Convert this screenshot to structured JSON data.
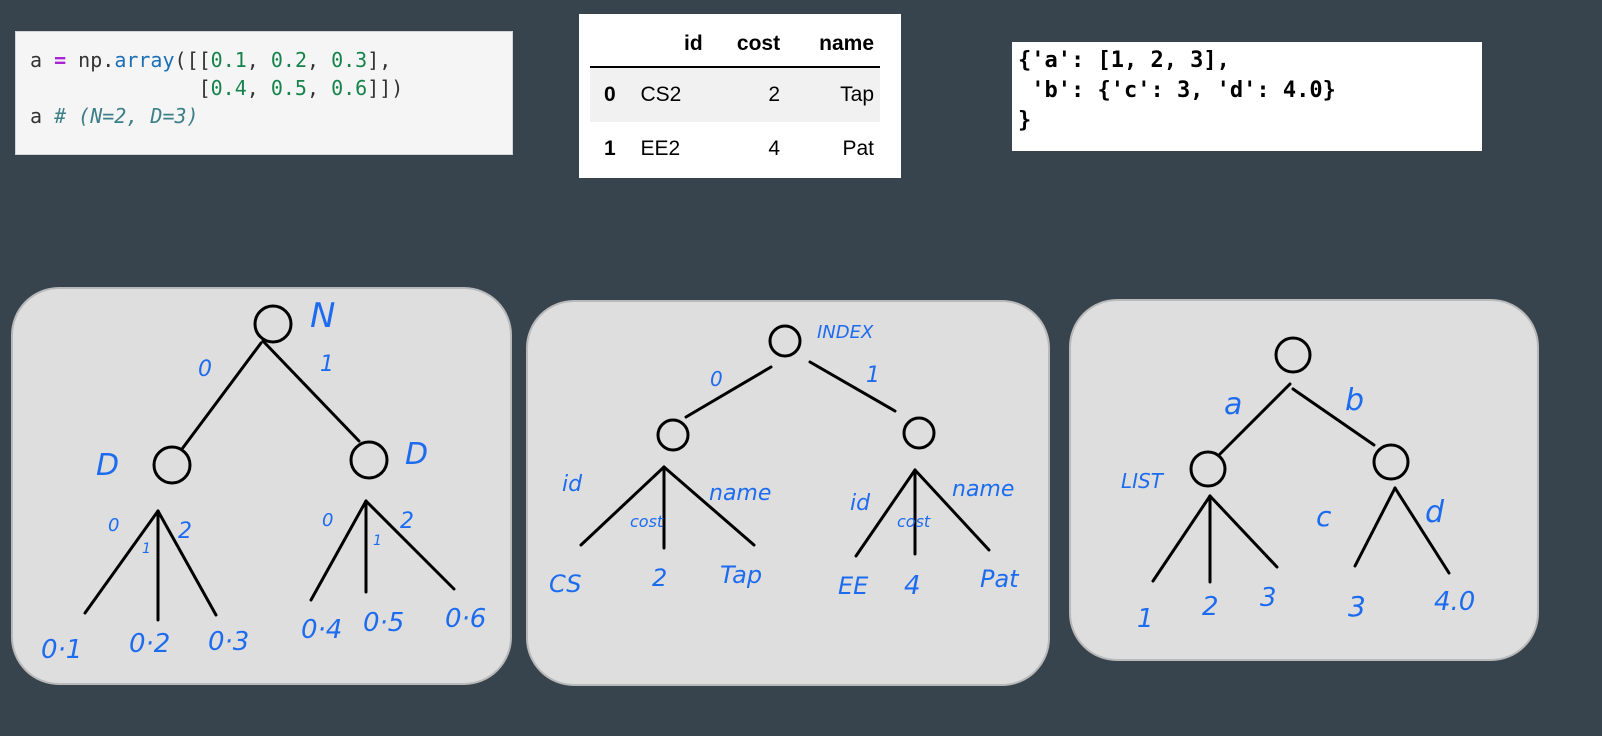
{
  "code_cell": {
    "line1": {
      "var": "a ",
      "op": "=",
      "mod": " np.",
      "fn": "array",
      "open": "([[",
      "n1": "0.1",
      "s1": ", ",
      "n2": "0.2",
      "s2": ", ",
      "n3": "0.3",
      "close": "],"
    },
    "line2": {
      "indent": "              [",
      "n4": "0.4",
      "s4": ", ",
      "n5": "0.5",
      "s5": ", ",
      "n6": "0.6",
      "close": "]])"
    },
    "line3": {
      "var": "a ",
      "comment": "# (N=2, D=3)"
    }
  },
  "dataframe": {
    "columns": [
      "",
      "id",
      "cost",
      "name"
    ],
    "rows": [
      {
        "index": "0",
        "id": "CS2",
        "cost": "2",
        "name": "Tap"
      },
      {
        "index": "1",
        "id": "EE2",
        "cost": "4",
        "name": "Pat"
      }
    ]
  },
  "dict_output": {
    "line1": "{'a': [1, 2, 3],",
    "line2": " 'b': {'c': 3, 'd': 4.0}",
    "line3": "}"
  },
  "tree_array": {
    "root": "N",
    "edge_left": "0",
    "edge_right": "1",
    "left_node": "D",
    "right_node": "D",
    "left_edges": [
      "0",
      "1",
      "2"
    ],
    "right_edges": [
      "0",
      "1",
      "2"
    ],
    "left_leaves": [
      "0·1",
      "0·2",
      "0·3"
    ],
    "right_leaves": [
      "0·4",
      "0·5",
      "0·6"
    ]
  },
  "tree_dataframe": {
    "root": "INDEX",
    "edge_left": "0",
    "edge_right": "1",
    "left_edges": [
      "id",
      "cost",
      "name"
    ],
    "right_edges": [
      "id",
      "cost",
      "name"
    ],
    "left_leaves": [
      "CS",
      "2",
      "Tap"
    ],
    "right_leaves": [
      "EE",
      "4",
      "Pat"
    ]
  },
  "tree_dict": {
    "edge_left": "a",
    "edge_right": "b",
    "left_node": "LIST",
    "right_edges": [
      "c",
      "d"
    ],
    "left_leaves": [
      "1",
      "2",
      "3"
    ],
    "right_leaves": [
      "3",
      "4.0"
    ]
  },
  "colors": {
    "ink": "#1d6cf0",
    "background": "#37434d",
    "panel": "#dedede"
  }
}
